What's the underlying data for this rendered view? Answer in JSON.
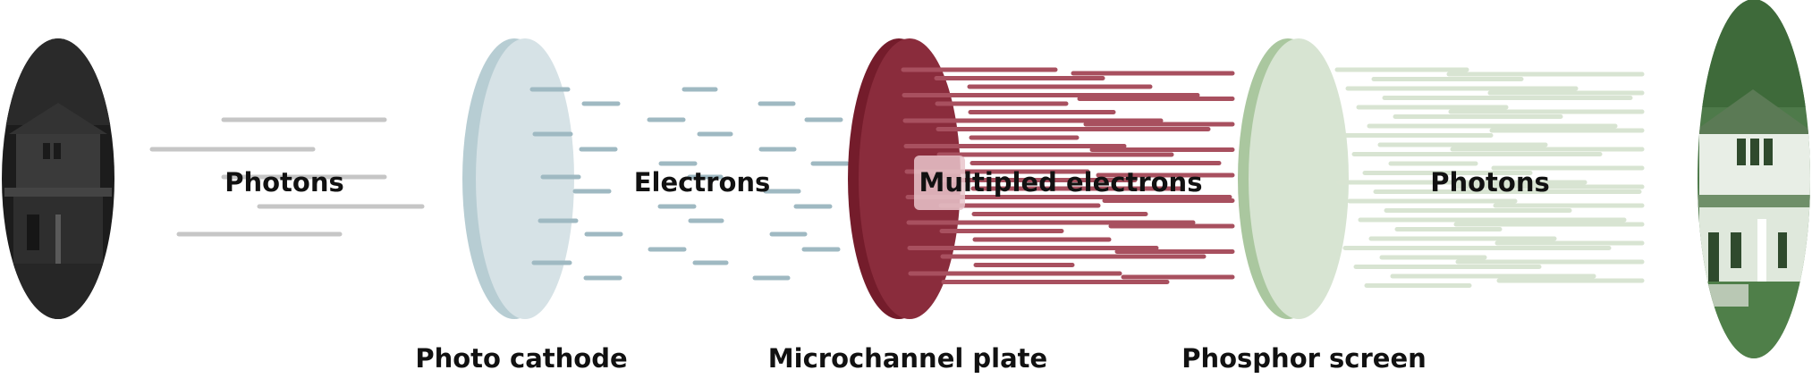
{
  "diagram": {
    "labels": {
      "photons_in": "Photons",
      "electrons": "Electrons",
      "multiplied_electrons": "Multipled electrons",
      "photons_out": "Photons"
    },
    "components": {
      "photocathode": "Photo cathode",
      "microchannel_plate": "Microchannel plate",
      "phosphor_screen": "Phosphor screen"
    },
    "images": {
      "input": "dark-house-image",
      "output": "green-house-image"
    },
    "colors": {
      "photon_beam": "#c6c6c6",
      "photocathode": "#d6e2e6",
      "photocathode_edge": "#b7cdd3",
      "electron": "#9fb9c2",
      "mcp": "#8a2c3c",
      "mcp_edge": "#741c2b",
      "multiplied_electron": "#a8505f",
      "phosphor": "#d7e4d2",
      "phosphor_edge": "#aac79f",
      "green_photon": "#d8e4d2",
      "label_box": "#e9c6cb"
    }
  }
}
